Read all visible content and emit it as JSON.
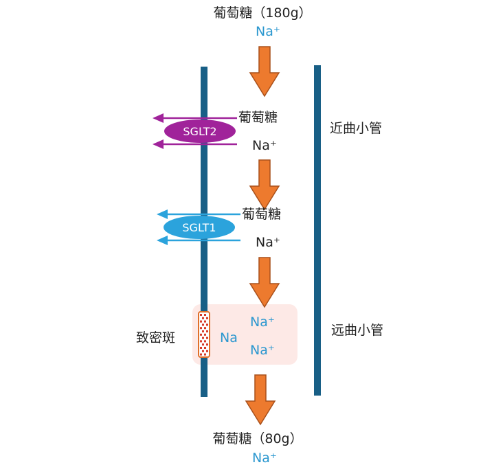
{
  "colors": {
    "tubule": "#185f86",
    "arrow_fill": "#ed7a2e",
    "arrow_stroke": "#a8501b",
    "sglt2": "#a0239a",
    "sglt1": "#2ba3dc",
    "na_text": "#2a97cf",
    "text": "#222222",
    "macula_box": "#fde9e6",
    "macula_stripe": "#d63b2a"
  },
  "top": {
    "glucose_label": "葡萄糖（180g）",
    "ion_label": "Na⁺"
  },
  "bottom": {
    "glucose_label": "葡萄糖（80g）",
    "ion_label": "Na⁺"
  },
  "segments": {
    "proximal": "近曲小管",
    "distal": "远曲小管"
  },
  "transporters": [
    {
      "name": "SGLT2",
      "substrate1": "葡萄糖",
      "substrate2": "Na⁺"
    },
    {
      "name": "SGLT1",
      "substrate1": "葡萄糖",
      "substrate2": "Na⁺"
    }
  ],
  "macula_densa": {
    "label": "致密斑",
    "na_left": "Na",
    "na_top": "Na⁺",
    "na_bottom": "Na⁺"
  }
}
